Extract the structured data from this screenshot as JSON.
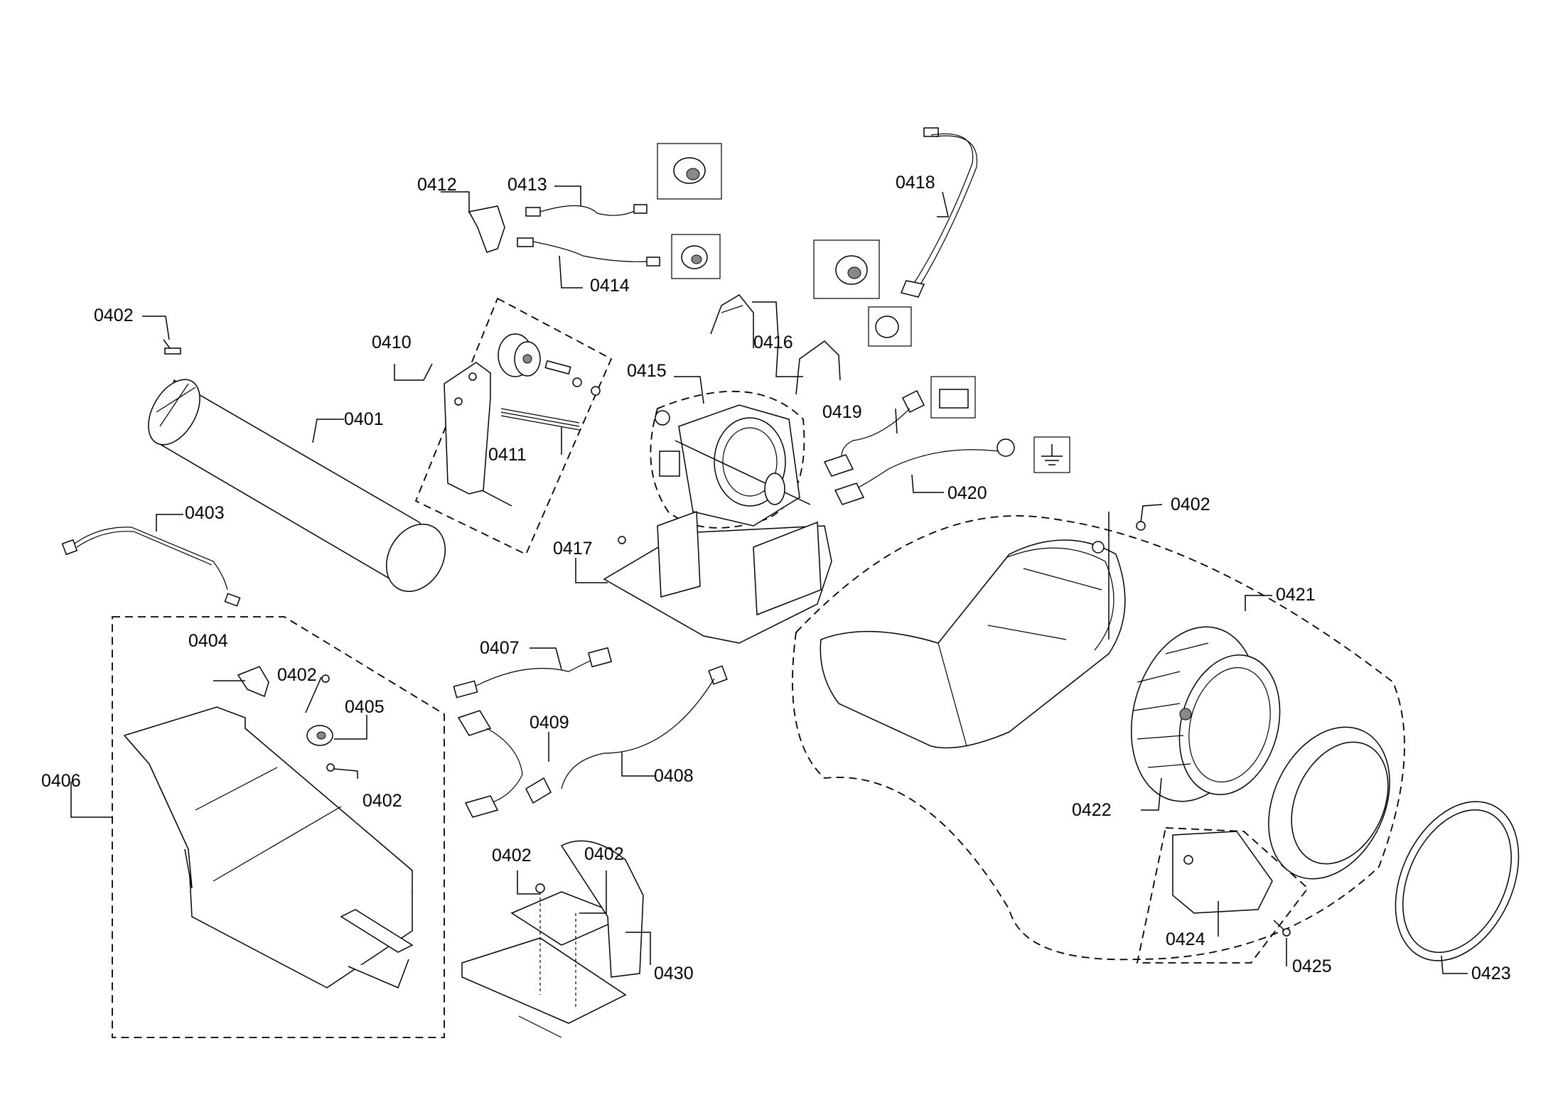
{
  "labels": {
    "p0401": "0401",
    "p0402_a": "0402",
    "p0402_b": "0402",
    "p0402_c": "0402",
    "p0402_d": "0402",
    "p0402_e": "0402",
    "p0402_f": "0402",
    "p0403": "0403",
    "p0404": "0404",
    "p0405": "0405",
    "p0406": "0406",
    "p0407": "0407",
    "p0408": "0408",
    "p0409": "0409",
    "p0410": "0410",
    "p0411": "0411",
    "p0412": "0412",
    "p0413": "0413",
    "p0414": "0414",
    "p0415": "0415",
    "p0416": "0416",
    "p0417": "0417",
    "p0418": "0418",
    "p0419": "0419",
    "p0420": "0420",
    "p0421": "0421",
    "p0422": "0422",
    "p0423": "0423",
    "p0424": "0424",
    "p0425": "0425",
    "p0430": "0430"
  }
}
